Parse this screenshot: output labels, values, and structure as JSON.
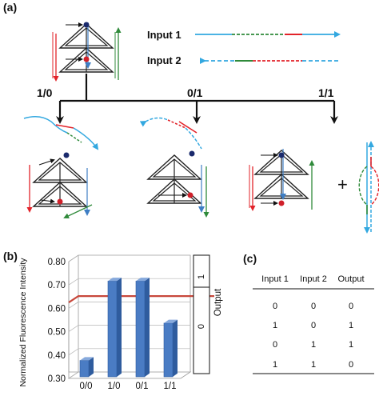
{
  "panel_a": {
    "label": "(a)",
    "input1_label": "Input 1",
    "input2_label": "Input 2",
    "branches": [
      "1/0",
      "0/1",
      "1/1"
    ],
    "plus": "+"
  },
  "panel_b": {
    "label": "(b)",
    "ylabel": "Normalized Fluorescence Intensity",
    "right_label": "Output",
    "right_ticks": [
      "1",
      "0"
    ],
    "threshold": 0.625
  },
  "panel_c": {
    "label": "(c)",
    "headers": [
      "Input 1",
      "Input 2",
      "Output"
    ],
    "rows": [
      [
        "0",
        "0",
        "0"
      ],
      [
        "1",
        "0",
        "1"
      ],
      [
        "0",
        "1",
        "1"
      ],
      [
        "1",
        "1",
        "0"
      ]
    ]
  },
  "colors": {
    "blue": "#3e7ec4",
    "red": "#e2232a",
    "green": "#2f8a3a",
    "cyan": "#33a8e0",
    "bar": "#4a7cc4",
    "threshold": "#c8483c"
  },
  "chart_data": {
    "type": "bar",
    "categories": [
      "0/0",
      "1/0",
      "0/1",
      "1/1"
    ],
    "values": [
      0.37,
      0.71,
      0.71,
      0.53
    ],
    "ylim": [
      0.3,
      0.8
    ],
    "yticks": [
      "0.30",
      "0.40",
      "0.50",
      "0.60",
      "0.70",
      "0.80"
    ],
    "ylabel": "Normalized Fluorescence Intensity"
  }
}
